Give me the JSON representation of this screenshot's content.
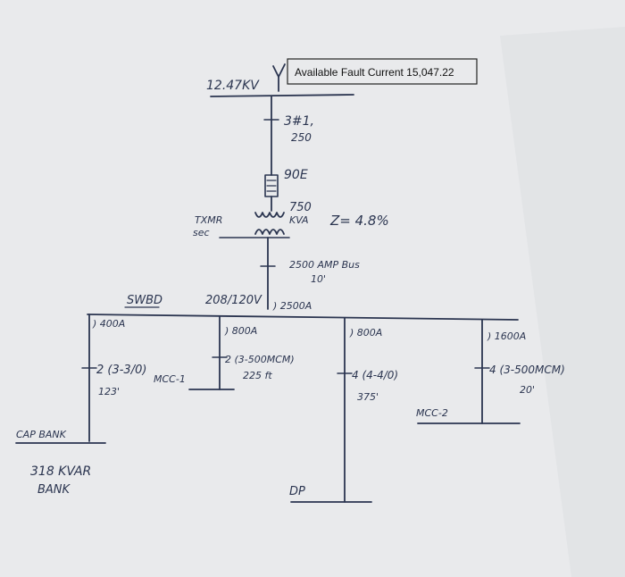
{
  "labels": {
    "voltage_primary": "12.47KV",
    "fault_current": "Available Fault Current 15,047.22",
    "primary_conductor_a": "3#1,",
    "primary_conductor_b": "250",
    "fuse": "90E",
    "xfmr_sec_a": "TXMR",
    "xfmr_sec_b": "sec",
    "xfmr_kva_a": "750",
    "xfmr_kva_b": "KVA",
    "impedance": "Z= 4.8%",
    "bus_a": "2500 AMP Bus",
    "bus_b": "10'",
    "swbd": "SWBD",
    "voltage_secondary": "208/120V",
    "main_breaker": ") 2500A",
    "cap_breaker": ") 400A",
    "cap_conductor": "2 (3-3/0)",
    "cap_length": "123'",
    "cap_bank": "CAP BANK",
    "cap_rating_a": "318 KVAR",
    "cap_rating_b": "BANK",
    "mcc1_breaker": ") 800A",
    "mcc1_conductor": "2 (3-500MCM)",
    "mcc1_length": "225 ft",
    "mcc1": "MCC-1",
    "dp_breaker": ") 800A",
    "dp_conductor": "4 (4-4/0)",
    "dp_length": "375'",
    "dp": "DP",
    "mcc2_breaker": ") 1600A",
    "mcc2_conductor": "4 (3-500MCM)",
    "mcc2_length": "20'",
    "mcc2": "MCC-2"
  }
}
